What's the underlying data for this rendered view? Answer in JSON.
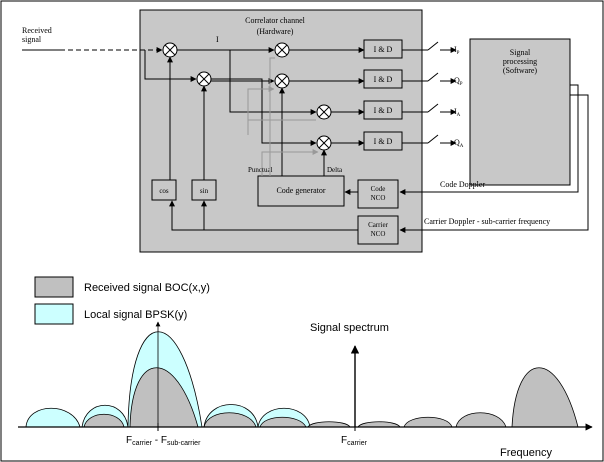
{
  "input_label": [
    "Received",
    "signal"
  ],
  "correlator": {
    "title": "Correlator channel",
    "subtitle": "(Hardware)"
  },
  "i_label": "I",
  "integrators": [
    "I & D",
    "I & D",
    "I & D",
    "I & D"
  ],
  "outputs": [
    {
      "main": "I",
      "sub": "P"
    },
    {
      "main": "Q",
      "sub": "P"
    },
    {
      "main": "I",
      "sub": "A"
    },
    {
      "main": "Q",
      "sub": "A"
    }
  ],
  "signal_processing": [
    "Signal",
    "processing",
    "(Software)"
  ],
  "cos_label": "cos",
  "sin_label": "sin",
  "punctual_label": "Punctual",
  "delta_label": "Delta",
  "code_generator": "Code generator",
  "code_nco": [
    "Code",
    "NCO"
  ],
  "carrier_nco": [
    "Carrier",
    "NCO"
  ],
  "feedback": {
    "code_doppler": "Code Doppler",
    "carrier_doppler": "Carrier Doppler - sub-carrier frequency"
  },
  "legend": [
    {
      "label": "Received signal BOC(x,y)",
      "color": "#c0c0c0"
    },
    {
      "label": "Local signal BPSK(y)",
      "color": "#ccffff"
    }
  ],
  "spectrum": {
    "title": "Signal spectrum",
    "xlabel": "Frequency",
    "tick_left": {
      "main": "F",
      "sub1": "carrier",
      "dash": " - F",
      "sub2": "sub-carrier"
    },
    "tick_center": {
      "main": "F",
      "sub": "carrier"
    }
  }
}
